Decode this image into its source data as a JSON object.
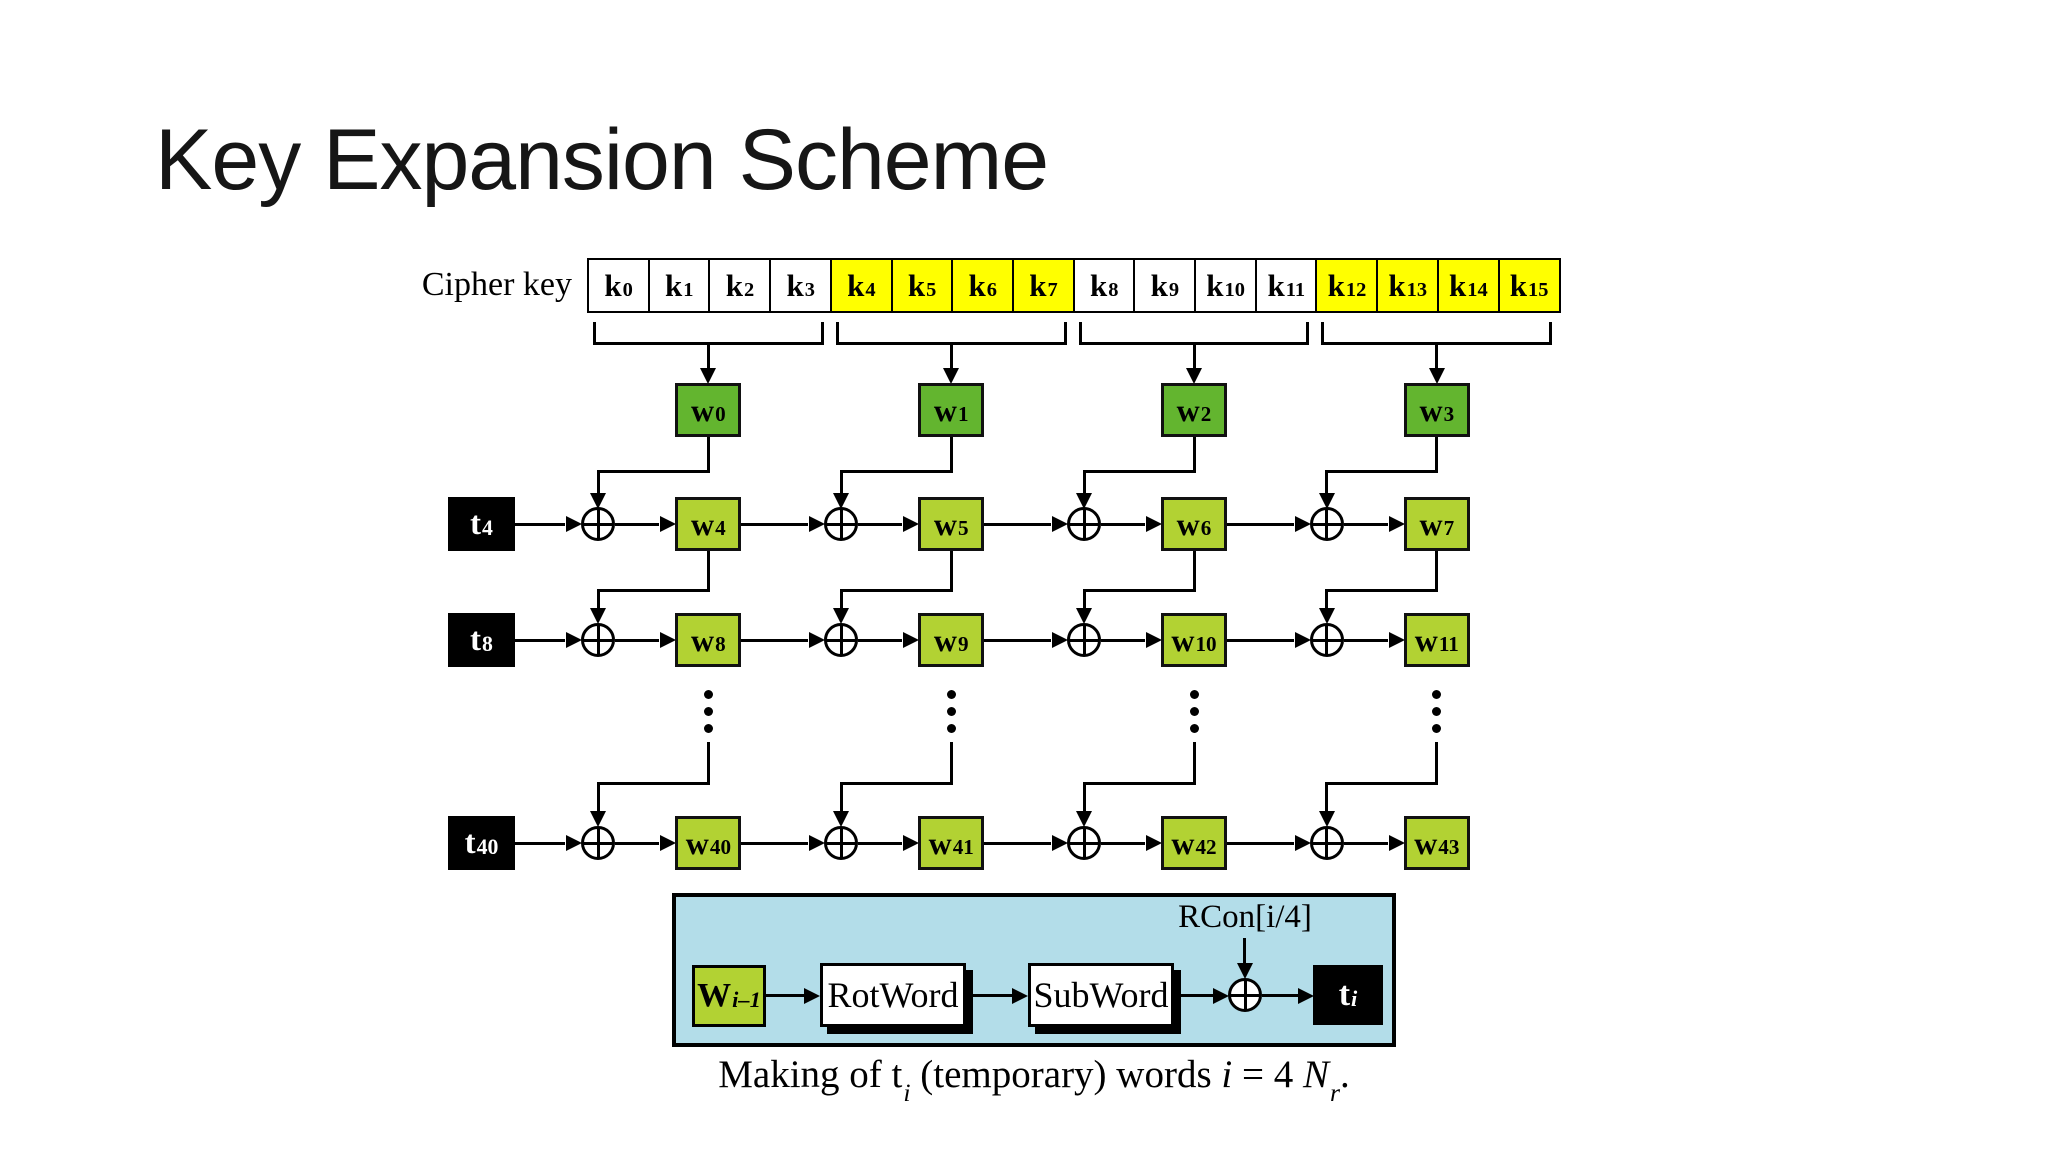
{
  "slide": {
    "title": "Key Expansion Scheme"
  },
  "colors": {
    "cell_yellow": "#ffff00",
    "w_green": "#63b52f",
    "w_yellowgreen": "#b2d233",
    "inset_blue": "#b3dde9",
    "line_black": "#000000"
  },
  "diagram": {
    "cipher_key_label": "Cipher key",
    "xor_symbol": "⊕",
    "ellipsis_symbol": "⋮",
    "key_cells": [
      {
        "base": "k",
        "sub": "0",
        "highlighted": false
      },
      {
        "base": "k",
        "sub": "1",
        "highlighted": false
      },
      {
        "base": "k",
        "sub": "2",
        "highlighted": false
      },
      {
        "base": "k",
        "sub": "3",
        "highlighted": false
      },
      {
        "base": "k",
        "sub": "4",
        "highlighted": true
      },
      {
        "base": "k",
        "sub": "5",
        "highlighted": true
      },
      {
        "base": "k",
        "sub": "6",
        "highlighted": true
      },
      {
        "base": "k",
        "sub": "7",
        "highlighted": true
      },
      {
        "base": "k",
        "sub": "8",
        "highlighted": false
      },
      {
        "base": "k",
        "sub": "9",
        "highlighted": false
      },
      {
        "base": "k",
        "sub": "10",
        "highlighted": false
      },
      {
        "base": "k",
        "sub": "11",
        "highlighted": false
      },
      {
        "base": "k",
        "sub": "12",
        "highlighted": true
      },
      {
        "base": "k",
        "sub": "13",
        "highlighted": true
      },
      {
        "base": "k",
        "sub": "14",
        "highlighted": true
      },
      {
        "base": "k",
        "sub": "15",
        "highlighted": true
      }
    ],
    "word_rows": [
      {
        "t": null,
        "shade": "green",
        "words": [
          {
            "base": "w",
            "sub": "0"
          },
          {
            "base": "w",
            "sub": "1"
          },
          {
            "base": "w",
            "sub": "2"
          },
          {
            "base": "w",
            "sub": "3"
          }
        ]
      },
      {
        "t": {
          "base": "t",
          "sub": "4"
        },
        "shade": "yg",
        "words": [
          {
            "base": "w",
            "sub": "4"
          },
          {
            "base": "w",
            "sub": "5"
          },
          {
            "base": "w",
            "sub": "6"
          },
          {
            "base": "w",
            "sub": "7"
          }
        ]
      },
      {
        "t": {
          "base": "t",
          "sub": "8"
        },
        "shade": "yg",
        "words": [
          {
            "base": "w",
            "sub": "8"
          },
          {
            "base": "w",
            "sub": "9"
          },
          {
            "base": "w",
            "sub": "10"
          },
          {
            "base": "w",
            "sub": "11"
          }
        ]
      },
      {
        "t": {
          "base": "t",
          "sub": "40"
        },
        "shade": "yg",
        "words": [
          {
            "base": "w",
            "sub": "40"
          },
          {
            "base": "w",
            "sub": "41"
          },
          {
            "base": "w",
            "sub": "42"
          },
          {
            "base": "w",
            "sub": "43"
          }
        ]
      }
    ]
  },
  "inset": {
    "w_input": {
      "base": "W",
      "sub": "i–1"
    },
    "rotword_label": "RotWord",
    "subword_label": "SubWord",
    "rcon_label": "RCon[i/4]",
    "t_output": {
      "base": "t",
      "sub": "i"
    }
  },
  "caption": {
    "prefix": "Making of t",
    "t_sub": "i",
    "middle": " (temporary) words ",
    "var_i": "i",
    "equals": " = 4 ",
    "var_n": "N",
    "n_sub": "r",
    "period": "."
  }
}
